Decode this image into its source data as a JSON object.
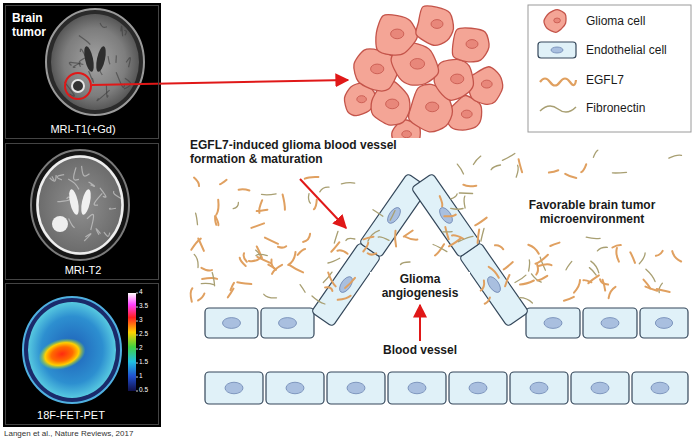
{
  "diagram": {
    "nodes": [
      {
        "text": [
          "Brain tumor",
          "MRI-T1(+Gd)"
        ]
      },
      {
        "text": [
          "MRI-T2"
        ]
      },
      {
        "text": [
          "18F-FET-PET"
        ]
      }
    ],
    "labels": [
      "EGFL7-induced glioma blood vessel formation & maturation",
      "Favorable brain tumor microenvironment",
      "Glioma angiogenesis",
      "Blood vessel",
      "4",
      "3.5",
      "3",
      "2.5",
      "2",
      "1.5",
      "1",
      "0.5",
      "Langen et al., Nature Reviews, 2017"
    ],
    "legend": [
      {
        "text": "Glioma cell"
      },
      {
        "text": "Endothelial cell"
      },
      {
        "text": "EGFL7"
      },
      {
        "text": "Fibronectin"
      }
    ]
  }
}
